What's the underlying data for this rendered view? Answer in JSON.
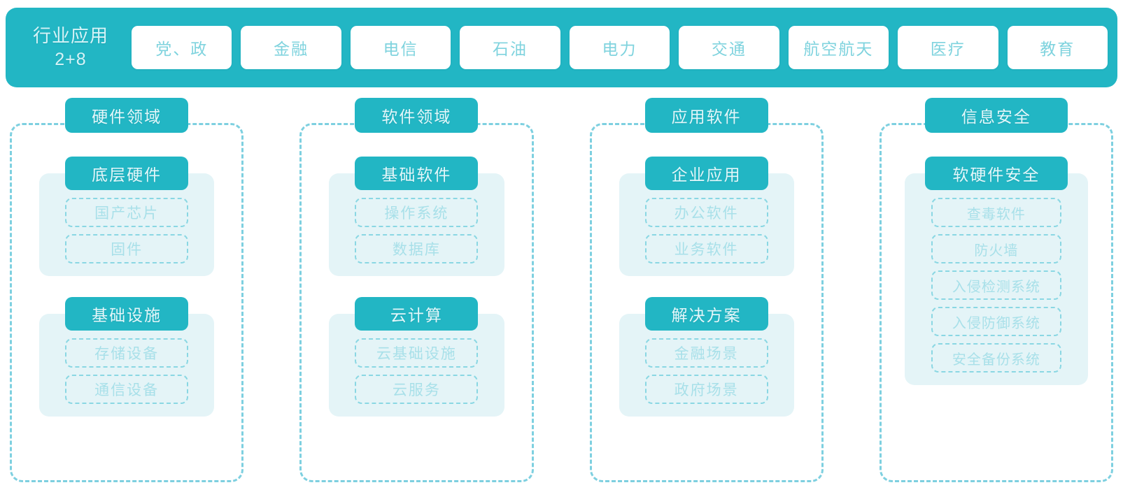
{
  "theme": {
    "accent": "#22b6c4",
    "panel_bg": "#e4f4f7",
    "dashed_border": "#7ed0e0",
    "item_text": "#a8e0e9",
    "header_btn_text": "#7fd3de"
  },
  "header": {
    "title_line1": "行业应用",
    "title_line2": "2+8",
    "buttons": [
      {
        "label": "党、政"
      },
      {
        "label": "金融"
      },
      {
        "label": "电信"
      },
      {
        "label": "石油"
      },
      {
        "label": "电力"
      },
      {
        "label": "交通"
      },
      {
        "label": "航空航天"
      },
      {
        "label": "医疗"
      },
      {
        "label": "教育"
      }
    ]
  },
  "columns": [
    {
      "title": "硬件领域",
      "groups": [
        {
          "title": "底层硬件",
          "items": [
            "国产芯片",
            "固件"
          ]
        },
        {
          "title": "基础设施",
          "items": [
            "存储设备",
            "通信设备"
          ]
        }
      ]
    },
    {
      "title": "软件领域",
      "groups": [
        {
          "title": "基础软件",
          "items": [
            "操作系统",
            "数据库"
          ]
        },
        {
          "title": "云计算",
          "items": [
            "云基础设施",
            "云服务"
          ]
        }
      ]
    },
    {
      "title": "应用软件",
      "groups": [
        {
          "title": "企业应用",
          "items": [
            "办公软件",
            "业务软件"
          ]
        },
        {
          "title": "解决方案",
          "items": [
            "金融场景",
            "政府场景"
          ]
        }
      ]
    },
    {
      "title": "信息安全",
      "groups": [
        {
          "title": "软硬件安全",
          "items": [
            "查毒软件",
            "防火墙",
            "入侵检测系统",
            "入侵防御系统",
            "安全备份系统"
          ]
        }
      ]
    }
  ]
}
